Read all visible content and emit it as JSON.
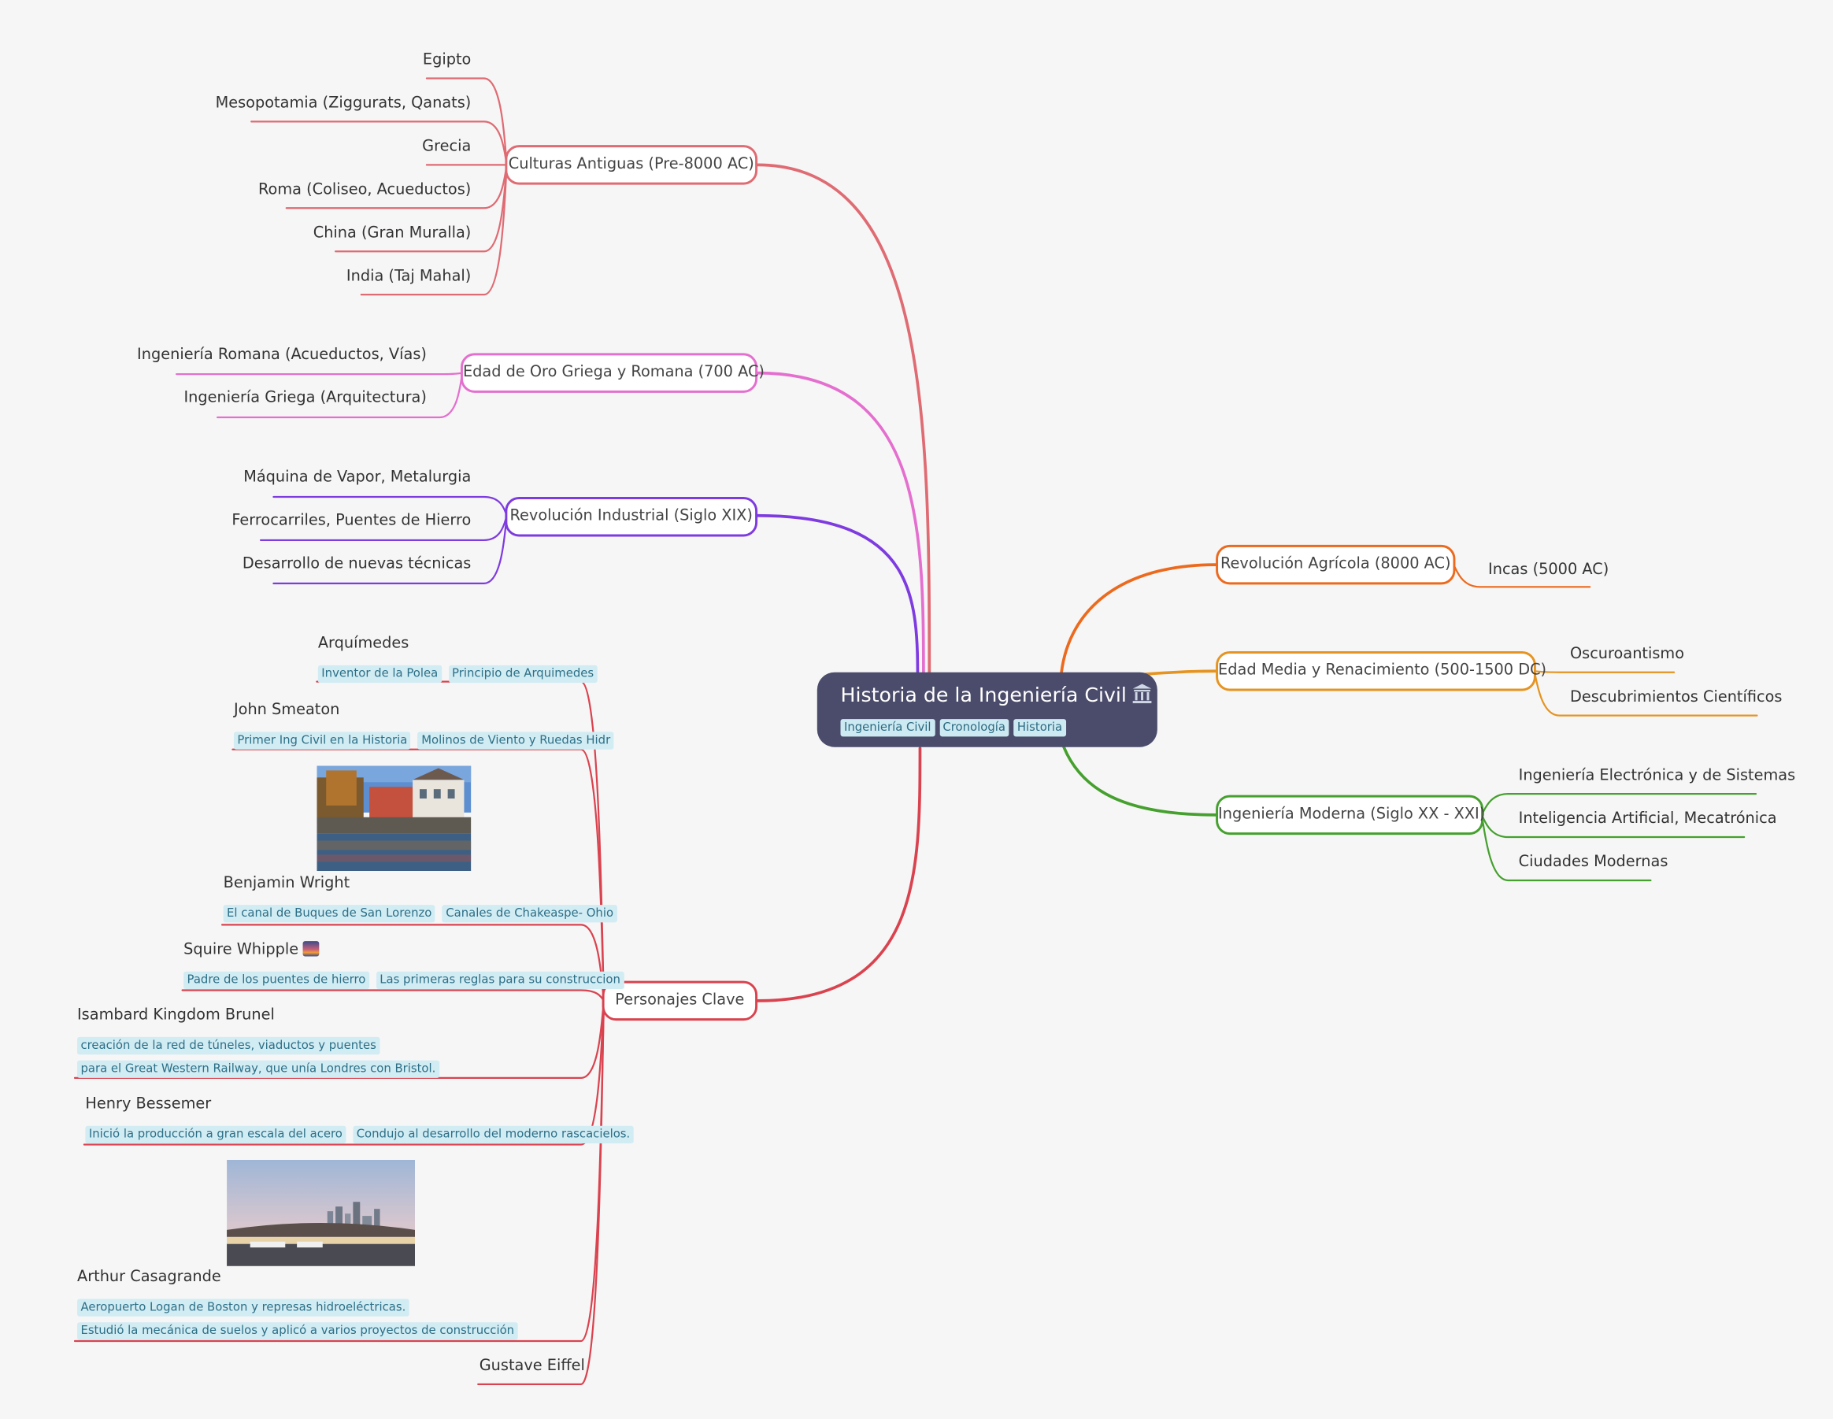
{
  "root": {
    "title": "Historia de la Ingeniería Civil",
    "icon": "classical-building-icon",
    "tags": [
      "Ingeniería Civil",
      "Cronología",
      "Historia"
    ]
  },
  "branches": {
    "culturas": {
      "label": "Culturas Antiguas (Pre-8000 AC)",
      "color": "#df6b73",
      "children": [
        "Egipto",
        "Mesopotamia (Ziggurats, Qanats)",
        "Grecia",
        "Roma (Coliseo, Acueductos)",
        "China (Gran Muralla)",
        "India (Taj Mahal)"
      ]
    },
    "edad_oro": {
      "label": "Edad de Oro Griega y Romana (700 AC)",
      "color": "#e46fcf",
      "children": [
        "Ingeniería Romana (Acueductos, Vías)",
        "Ingeniería Griega (Arquitectura)"
      ]
    },
    "industrial": {
      "label": "Revolución Industrial (Siglo XIX)",
      "color": "#7e3be0",
      "children": [
        "Máquina de Vapor, Metalurgia",
        "Ferrocarriles, Puentes de Hierro",
        "Desarrollo de nuevas técnicas"
      ]
    },
    "personajes": {
      "label": "Personajes Clave",
      "color": "#d9434f",
      "people": [
        {
          "name": "Arquímedes",
          "tags": [
            "Inventor de la Polea",
            "Principio de Arquimedes"
          ]
        },
        {
          "name": "John Smeaton",
          "tags": [
            "Primer Ing Civil en la Historia",
            "Molinos de Viento y Ruedas Hidr"
          ]
        },
        {
          "name": "Benjamin Wright",
          "tags": [
            "El canal de Buques de San Lorenzo",
            "Canales de Chakeaspe- Ohio"
          ]
        },
        {
          "name": "Squire Whipple",
          "icon": "sunset-over-buildings-icon",
          "tags": [
            "Padre de los puentes de hierro",
            "Las primeras reglas para su construccion"
          ]
        },
        {
          "name": "Isambard Kingdom Brunel",
          "tags": [
            "creación de la red de túneles, viaductos y puentes",
            "para el Great Western Railway, que unía Londres con Bristol."
          ]
        },
        {
          "name": "Henry Bessemer",
          "tags": [
            "Inició la producción a gran escala del acero",
            "Condujo al desarrollo del moderno rascacielos."
          ]
        },
        {
          "name": "Arthur Casagrande",
          "tags": [
            "Aeropuerto Logan de Boston y represas hidroeléctricas.",
            "Estudió la mecánica de suelos y aplicó a varios proyectos de construcción"
          ]
        },
        {
          "name": "Gustave Eiffel",
          "tags": []
        }
      ]
    },
    "agricola": {
      "label": "Revolución Agrícola (8000 AC)",
      "color": "#ec6a1e",
      "children": [
        "Incas (5000 AC)"
      ]
    },
    "media": {
      "label": "Edad Media y Renacimiento (500-1500 DC)",
      "color": "#e59421",
      "children": [
        "Oscuroantismo",
        "Descubrimientos Científicos"
      ]
    },
    "moderna": {
      "label": "Ingeniería Moderna (Siglo XX - XXI)",
      "color": "#45a02e",
      "children": [
        "Ingeniería Electrónica y de Sistemas",
        "Inteligencia Artificial, Mecatrónica",
        "Ciudades Modernas"
      ]
    }
  }
}
